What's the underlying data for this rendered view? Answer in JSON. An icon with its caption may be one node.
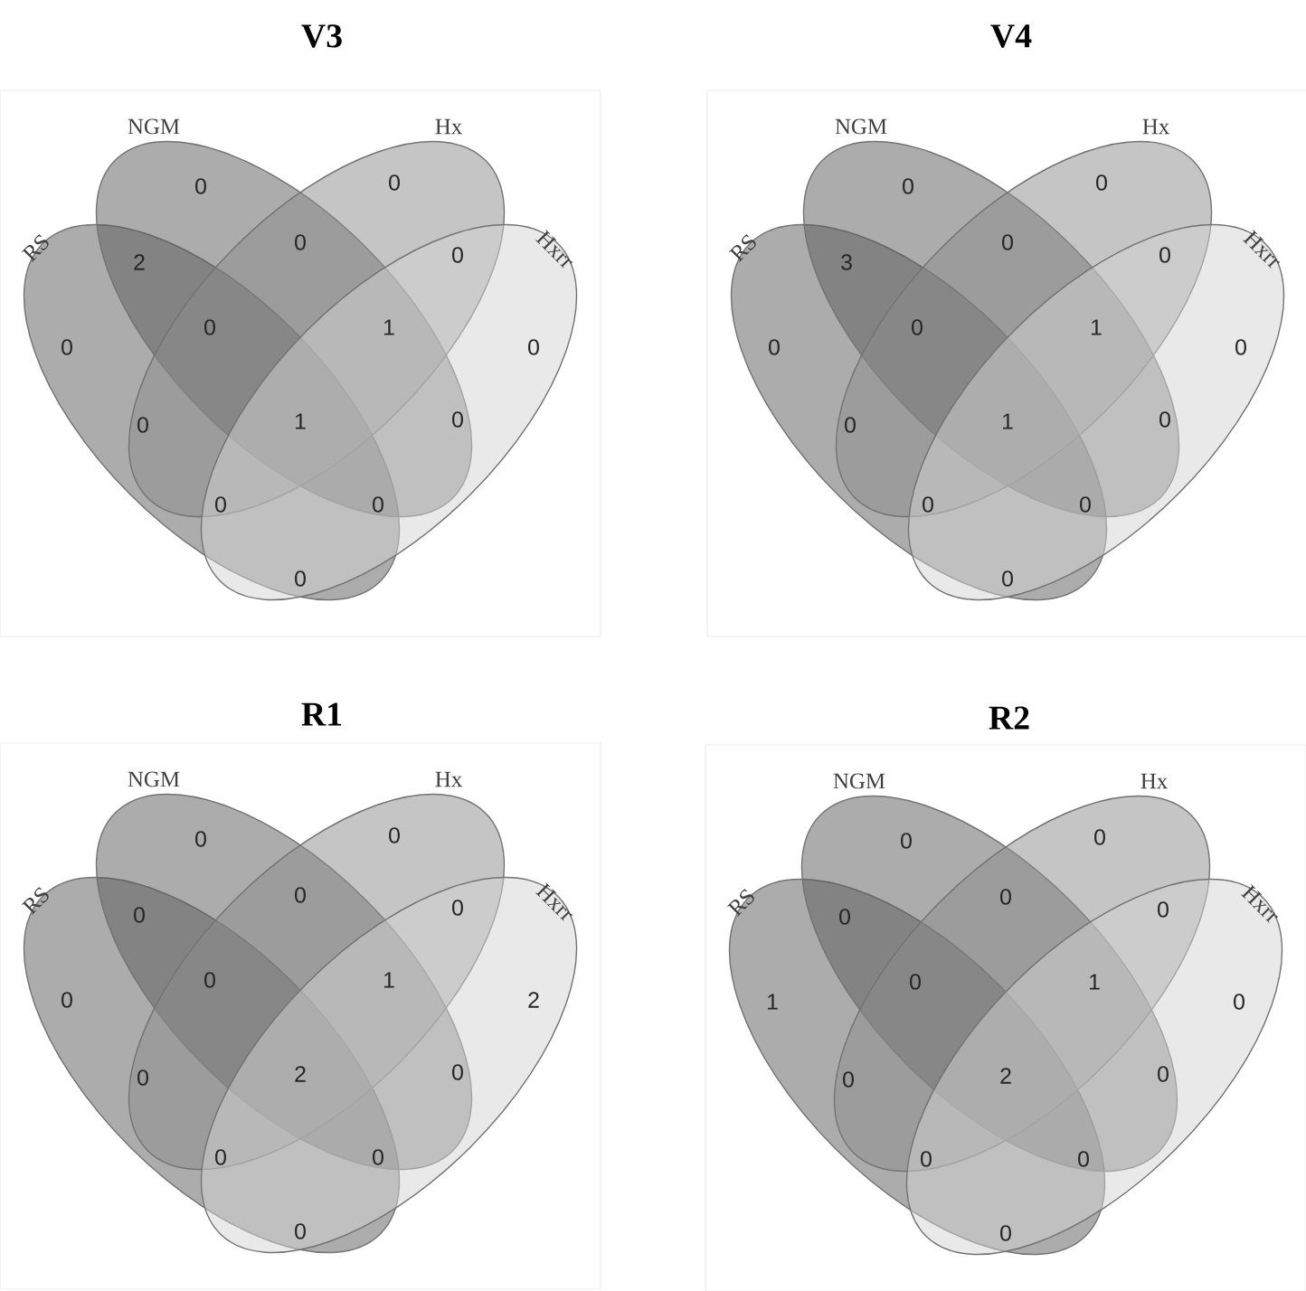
{
  "diagram": {
    "nodes": [
      {
        "text": [
          "V3"
        ]
      },
      {
        "text": [
          "NGM"
        ],
        "in": 0
      },
      {
        "text": [
          "Hx"
        ],
        "in": 0
      },
      {
        "text": [
          "RS"
        ],
        "in": 0
      },
      {
        "text": [
          "Hxrr"
        ],
        "in": 0
      },
      {
        "text": [
          "V4"
        ]
      },
      {
        "text": [
          "NGM"
        ],
        "in": 5
      },
      {
        "text": [
          "Hx"
        ],
        "in": 5
      },
      {
        "text": [
          "RS"
        ],
        "in": 5
      },
      {
        "text": [
          "Hxrr"
        ],
        "in": 5
      },
      {
        "text": [
          "R1"
        ]
      },
      {
        "text": [
          "NGM"
        ],
        "in": 10
      },
      {
        "text": [
          "Hx"
        ],
        "in": 10
      },
      {
        "text": [
          "RS"
        ],
        "in": 10
      },
      {
        "text": [
          "Hxrr"
        ],
        "in": 10
      },
      {
        "text": [
          "R2"
        ]
      },
      {
        "text": [
          "NGM"
        ],
        "in": 15
      },
      {
        "text": [
          "Hx"
        ],
        "in": 15
      },
      {
        "text": [
          "RS"
        ],
        "in": 15
      },
      {
        "text": [
          "Hxrr"
        ],
        "in": 15
      }
    ],
    "labels": [
      "0",
      "0",
      "2",
      "0",
      "0",
      "0",
      "0",
      "1",
      "0",
      "0",
      "1",
      "0",
      "0",
      "0",
      "0",
      "0",
      "0",
      "3",
      "0",
      "0",
      "0",
      "0",
      "1",
      "0",
      "0",
      "1",
      "0",
      "0",
      "0",
      "0",
      "0",
      "0",
      "0",
      "0",
      "0",
      "0",
      "0",
      "1",
      "2",
      "0",
      "2",
      "0",
      "0",
      "0",
      "0",
      "0",
      "0",
      "0",
      "0",
      "0",
      "1",
      "0",
      "1",
      "0",
      "0",
      "2",
      "0",
      "0",
      "0",
      "0"
    ]
  }
}
